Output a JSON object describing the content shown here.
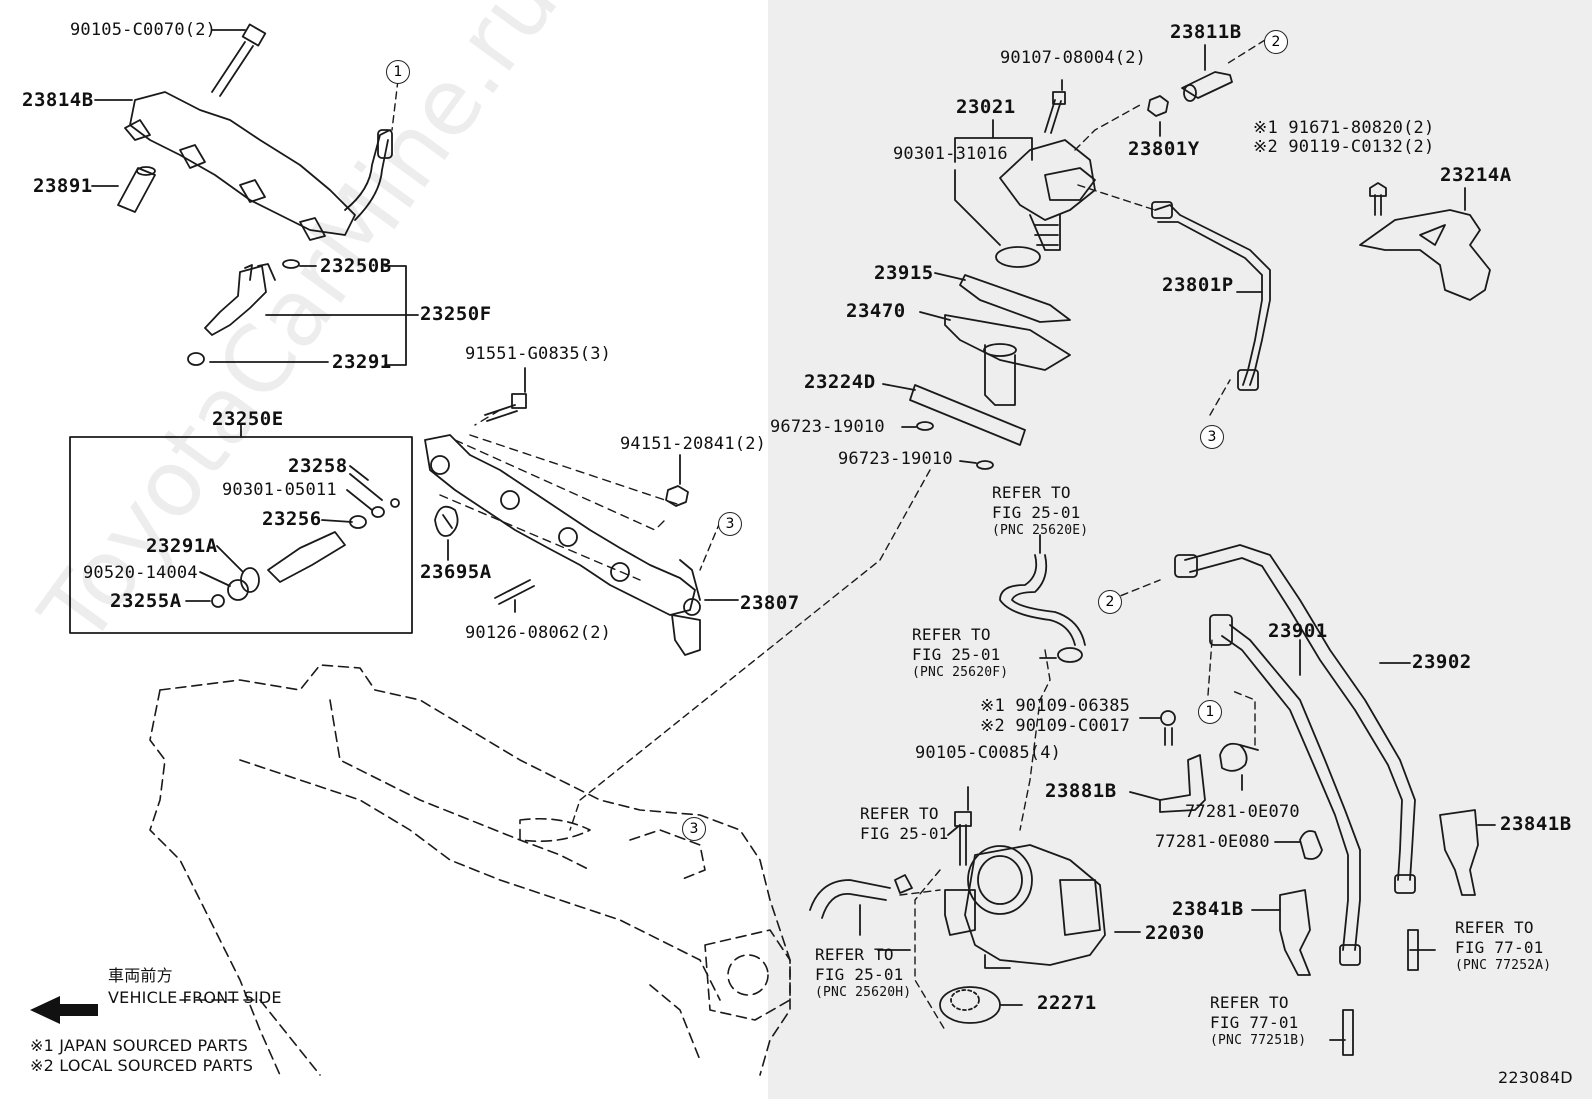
{
  "watermark": "ToyotaCarMine.ru",
  "diagram_id": "223084D",
  "vehicle_front": {
    "japanese": "車両前方",
    "english": "VEHICLE FRONT SIDE"
  },
  "notes": [
    "※1 JAPAN SOURCED PARTS",
    "※2 LOCAL SOURCED PARTS"
  ],
  "labels": {
    "p90105_C0070": "90105-C0070(2)",
    "p23814B": "23814B",
    "p23891": "23891",
    "p23250B": "23250B",
    "p23250F": "23250F",
    "p23291": "23291",
    "p23250E": "23250E",
    "p23258": "23258",
    "p90301_05011": "90301-05011",
    "p23256": "23256",
    "p23291A": "23291A",
    "p90520_14004": "90520-14004",
    "p23255A": "23255A",
    "p91551_G0835": "91551-G0835(3)",
    "p23695A": "23695A",
    "p90126_08062": "90126-08062(2)",
    "p94151_20841": "94151-20841(2)",
    "p23807": "23807",
    "p90107_08004": "90107-08004(2)",
    "p23811B": "23811B",
    "p23021": "23021",
    "p90301_31016": "90301-31016",
    "p23801Y": "23801Y",
    "p91671_80820": "※1 91671-80820(2)",
    "p90119_C0132": "※2 90119-C0132(2)",
    "p23214A": "23214A",
    "p23915": "23915",
    "p23470": "23470",
    "p23801P": "23801P",
    "p23224D": "23224D",
    "p96723_19010_a": "96723-19010",
    "p96723_19010_b": "96723-19010",
    "p23901": "23901",
    "p23902": "23902",
    "p90109_06385": "※1 90109-06385",
    "p90109_C0017": "※2 90109-C0017",
    "p90105_C0085": "90105-C0085(4)",
    "p23881B": "23881B",
    "p77281_0E070": "77281-0E070",
    "p77281_0E080": "77281-0E080",
    "p23841B_a": "23841B",
    "p23841B_b": "23841B",
    "p22030": "22030",
    "p22271": "22271"
  },
  "refs": {
    "r1": {
      "l1": "REFER TO",
      "l2": "FIG 25-01",
      "l3": "(PNC 25620E)"
    },
    "r2": {
      "l1": "REFER TO",
      "l2": "FIG 25-01",
      "l3": "(PNC 25620F)"
    },
    "r3": {
      "l1": "REFER TO",
      "l2": "FIG 25-01",
      "l3": ""
    },
    "r4": {
      "l1": "REFER TO",
      "l2": "FIG 25-01",
      "l3": "(PNC 25620H)"
    },
    "r5": {
      "l1": "REFER TO",
      "l2": "FIG 77-01",
      "l3": "(PNC 77252A)"
    },
    "r6": {
      "l1": "REFER TO",
      "l2": "FIG 77-01",
      "l3": "(PNC 77251B)"
    }
  },
  "callouts": {
    "c1": "1",
    "c2": "2",
    "c3": "3"
  }
}
